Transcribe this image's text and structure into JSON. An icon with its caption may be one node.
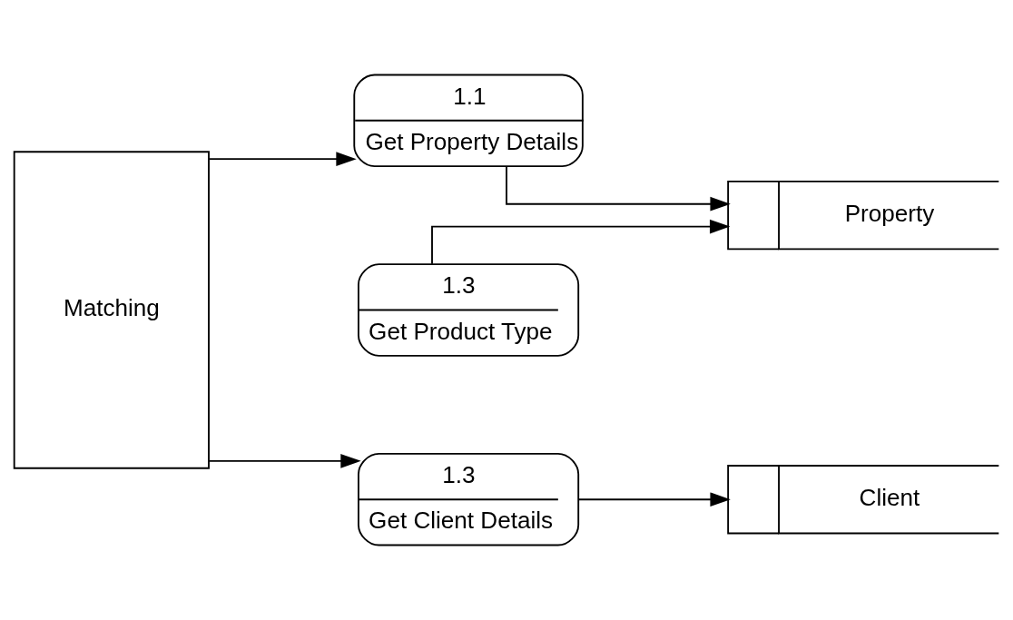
{
  "diagram": {
    "nodes": [
      {
        "text": [
          "Matching"
        ]
      },
      {
        "text": [
          "1.1",
          "Get Property Details"
        ]
      },
      {
        "text": [
          "1.3",
          "Get Product Type"
        ]
      },
      {
        "text": [
          "Property"
        ]
      },
      {
        "text": [
          "1.3",
          "Get Client Details"
        ]
      },
      {
        "text": [
          "Client"
        ]
      }
    ],
    "edges": [
      {
        "from": 0,
        "to": 1,
        "arrow": "to"
      },
      {
        "from": 0,
        "to": 4,
        "arrow": "to"
      },
      {
        "from": 1,
        "to": 3,
        "arrow": "to"
      },
      {
        "from": 2,
        "to": 3,
        "arrow": "to"
      },
      {
        "from": 4,
        "to": 5,
        "arrow": "to"
      }
    ]
  }
}
